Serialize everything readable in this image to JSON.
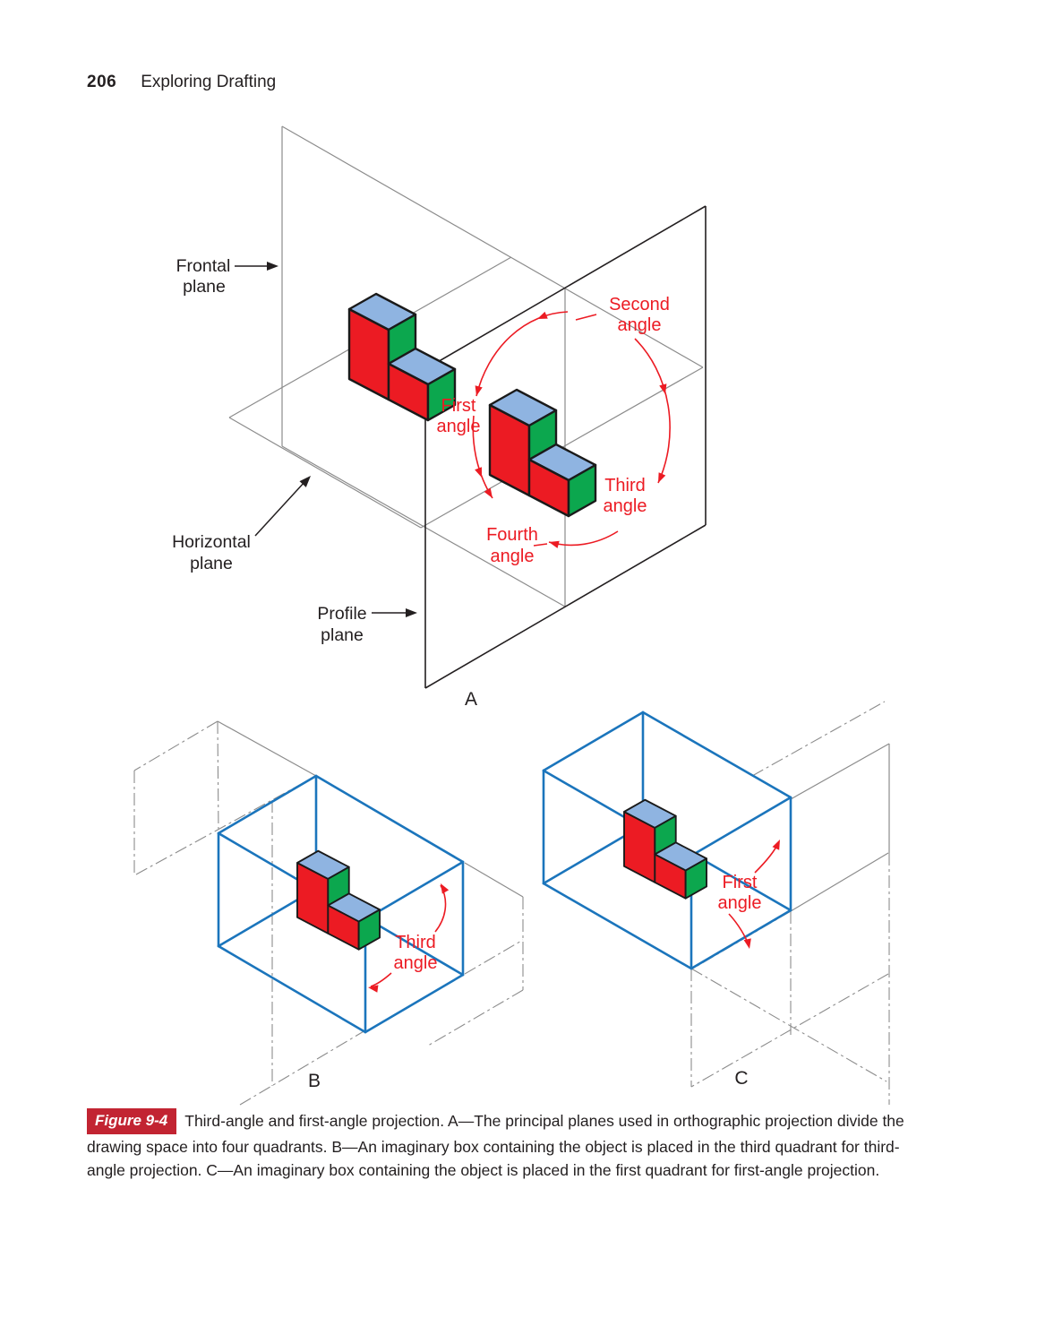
{
  "page": {
    "number": "206",
    "header_title": "Exploring Drafting"
  },
  "theme": {
    "ink": "#231f20",
    "red": "#ec1b23",
    "face_red": "#ec1b23",
    "face_blue": "#8fb4e1",
    "face_green": "#0ca74e",
    "box_blue": "#1b75bc",
    "gray": "#8c8c8c",
    "tag_bg": "#c22432"
  },
  "figure": {
    "tag_label": "Figure 9-4",
    "caption": "Third-angle and first-angle projection. A—The principal planes used in orthographic projection divide the drawing space into four quadrants. B—An imaginary box containing the object is placed in the third quadrant for third-angle projection. C—An imaginary box containing the object is placed in the first quadrant for first-angle projection.",
    "diagrams": {
      "a": {
        "letter": "A",
        "labels": {
          "frontal": [
            "Frontal",
            "plane"
          ],
          "horizontal": [
            "Horizontal",
            "plane"
          ],
          "profile": [
            "Profile",
            "plane"
          ],
          "first": [
            "First",
            "angle"
          ],
          "second": [
            "Second",
            "angle"
          ],
          "third": [
            "Third",
            "angle"
          ],
          "fourth": [
            "Fourth",
            "angle"
          ]
        }
      },
      "b": {
        "letter": "B",
        "labels": {
          "third": [
            "Third",
            "angle"
          ]
        }
      },
      "c": {
        "letter": "C",
        "labels": {
          "first": [
            "First",
            "angle"
          ]
        }
      }
    }
  }
}
